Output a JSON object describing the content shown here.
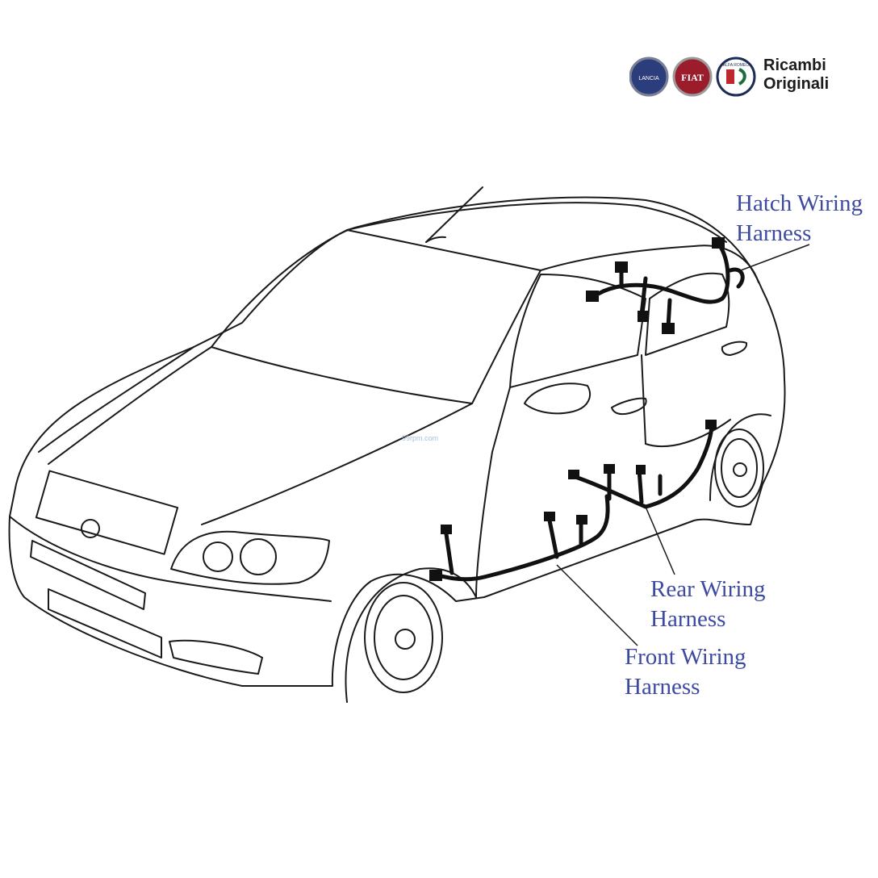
{
  "brand": {
    "badges": [
      {
        "name": "lancia",
        "text": "LANCIA",
        "fill": "#2b3d7a"
      },
      {
        "name": "fiat",
        "text": "FIAT",
        "fill": "#9b1c2a"
      },
      {
        "name": "alfa-romeo",
        "text": "ALFA ROMEO",
        "fill": "#ffffff"
      }
    ],
    "line1": "Ricambi",
    "line2": "Originali"
  },
  "watermark": "99rpm.com",
  "callouts": {
    "hatch": {
      "line1": "Hatch Wiring",
      "line2": "Harness"
    },
    "rear": {
      "line1": "Rear Wiring",
      "line2": "Harness"
    },
    "front": {
      "line1": "Front Wiring",
      "line2": "Harness"
    }
  },
  "colors": {
    "label_text": "#3d4aa0",
    "outline": "#1a1a1a",
    "harness": "#111111"
  }
}
